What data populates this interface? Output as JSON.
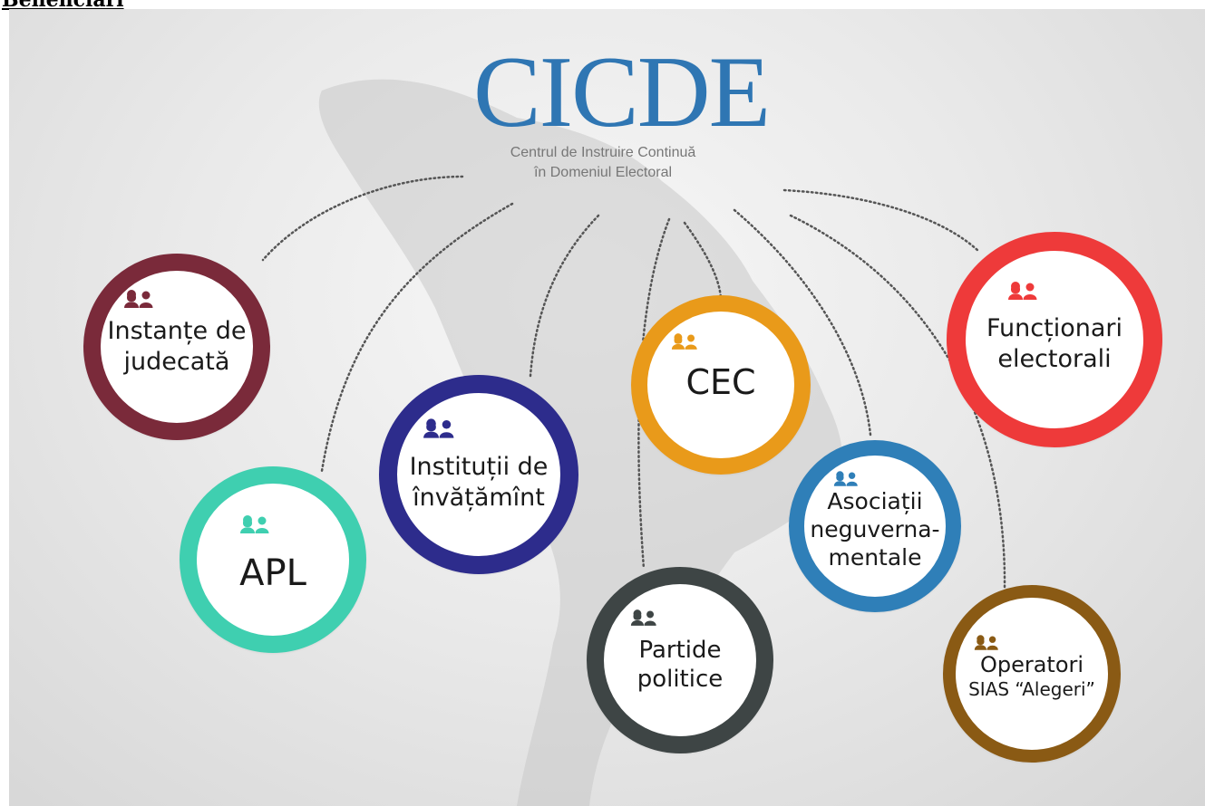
{
  "heading": "Beneficiari",
  "logo": {
    "title": "CICDE",
    "subtitle_line1": "Centrul de Instruire Continuă",
    "subtitle_line2": "în Domeniul Electoral"
  },
  "icons": {
    "beneficiary": "people-icon"
  },
  "colors": {
    "instante": "#7a2a3a",
    "apl": "#3fcfb0",
    "institutii": "#2d2c8c",
    "partide": "#3e4545",
    "cec": "#e99a1a",
    "asociatii": "#2f7fb8",
    "functionari": "#ee3a3a",
    "operatori": "#8a5a14",
    "logo": "#2f76b3",
    "connector": "#555555"
  },
  "nodes": {
    "instante": {
      "line1": "Instanțe de",
      "line2": "judecată"
    },
    "apl": {
      "line1": "APL"
    },
    "institutii": {
      "line1": "Instituții de",
      "line2": "învățămînt"
    },
    "partide": {
      "line1": "Partide",
      "line2": "politice"
    },
    "cec": {
      "line1": "CEC"
    },
    "asociatii": {
      "line1": "Asociații",
      "line2": "neguverna-",
      "line3": "mentale"
    },
    "functionari": {
      "line1": "Funcționari",
      "line2": "electorali"
    },
    "operatori": {
      "line1": "Operatori",
      "line2": "SIAS “Alegeri”"
    }
  }
}
